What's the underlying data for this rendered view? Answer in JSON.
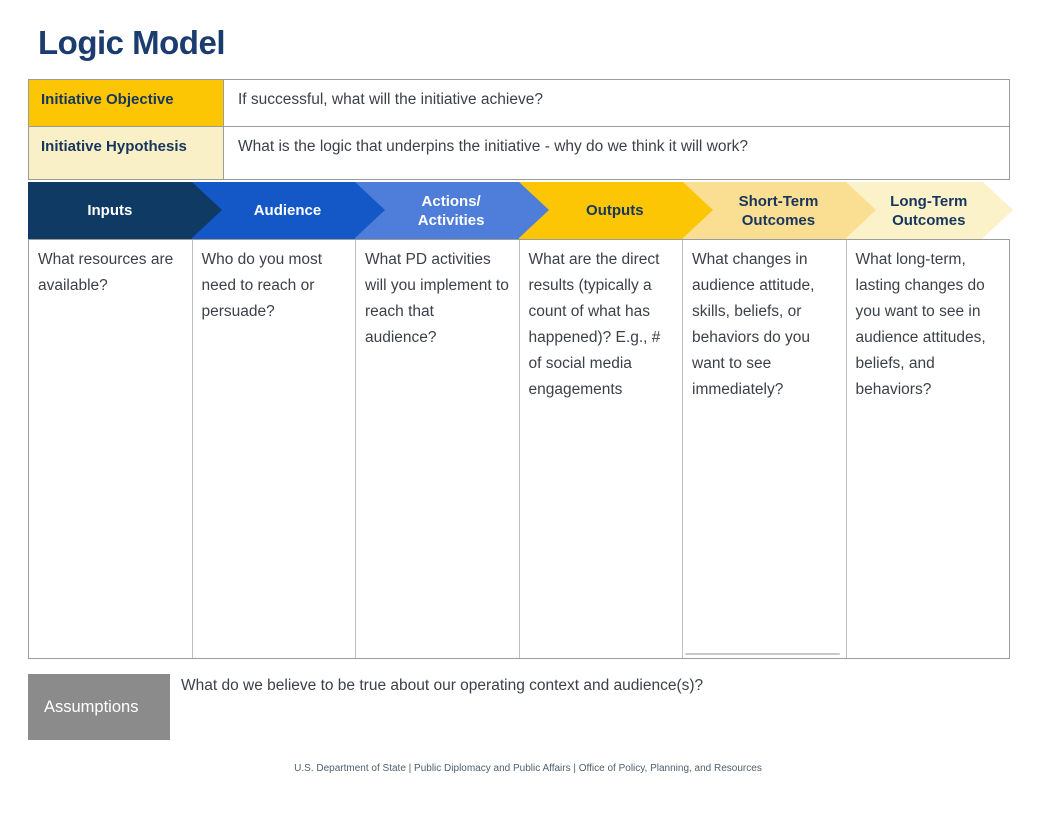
{
  "page": {
    "title": "Logic Model",
    "footer": "U.S. Department of State  |  Public Diplomacy and Public Affairs  |  Office of Policy, Planning, and Resources"
  },
  "info_rows": [
    {
      "label": "Initiative Objective",
      "question": "If successful, what will the initiative achieve?"
    },
    {
      "label": "Initiative Hypothesis",
      "question": "What is the logic that underpins the initiative - why do we think it will work?"
    }
  ],
  "stages": [
    {
      "label": "Inputs",
      "label2": "",
      "color": "#0F3A64",
      "text_color": "#FFFFFF",
      "question": "What resources are available?"
    },
    {
      "label": "Audience",
      "label2": "",
      "color": "#1458C8",
      "text_color": "#FFFFFF",
      "question": "Who do you most need to reach or persuade?"
    },
    {
      "label": "Actions/",
      "label2": "Activities",
      "color": "#4E7EDA",
      "text_color": "#FFFFFF",
      "question": "What PD activities will you implement to reach that audience?"
    },
    {
      "label": "Outputs",
      "label2": "",
      "color": "#FCC605",
      "text_color": "#17365D",
      "question": "What are the direct results (typically a count of what has happened)? E.g., # of social media engagements"
    },
    {
      "label": "Short-Term",
      "label2": "Outcomes",
      "color": "#FADE92",
      "text_color": "#17365D",
      "question": "What changes in audience attitude, skills, beliefs, or behaviors do you want to see immediately?"
    },
    {
      "label": "Long-Term",
      "label2": "Outcomes",
      "color": "#FCF2CA",
      "text_color": "#17365D",
      "question": "What long-term, lasting changes do you want to see in  audience attitudes, beliefs, and behaviors?"
    }
  ],
  "assumptions": {
    "label": "Assumptions",
    "question": "What do we believe to be true about our operating context and audience(s)?"
  },
  "colors": {
    "title_navy": "#1B3C6E",
    "label_navy": "#17365D",
    "gold": "#FCC605",
    "cream": "#FAF0C8",
    "body_text": "#3C4148",
    "assumptions_gray": "#8B8B8B",
    "table_border": "#9C9C9C",
    "column_border": "#BFBFBF",
    "footer_text": "#50606E"
  }
}
